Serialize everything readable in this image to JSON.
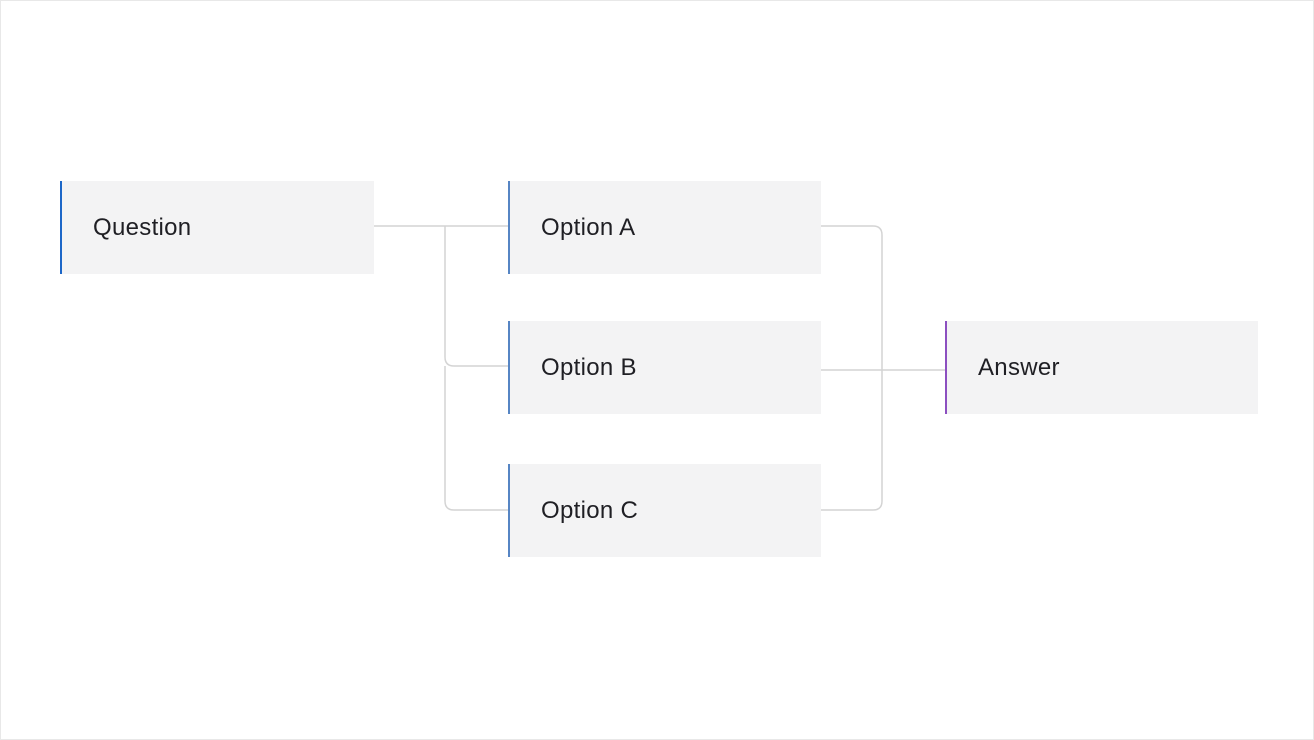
{
  "nodes": {
    "question": "Question",
    "option_a": "Option A",
    "option_b": "Option B",
    "option_c": "Option C",
    "answer": "Answer"
  },
  "colors": {
    "question_accent": "#1c67c8",
    "option_accent": "#5685c4",
    "answer_accent": "#8c4fc0",
    "node_fill": "#f3f3f4",
    "connector": "#d4d4d4"
  }
}
